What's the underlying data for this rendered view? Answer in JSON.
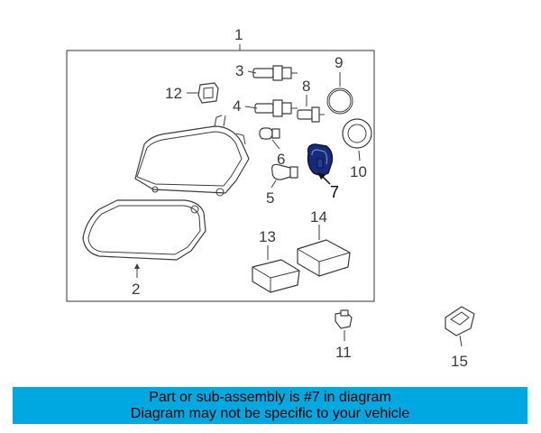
{
  "diagram": {
    "callouts": {
      "c1": "1",
      "c2": "2",
      "c3": "3",
      "c4": "4",
      "c5": "5",
      "c6": "6",
      "c7": "7",
      "c8": "8",
      "c9": "9",
      "c10": "10",
      "c11": "11",
      "c12": "12",
      "c13": "13",
      "c14": "14",
      "c15": "15"
    },
    "highlight_part": "7",
    "highlight_color": "#1a2a7a"
  },
  "banner": {
    "line1": "Part or sub-assembly is #7 in diagram",
    "line2": "Diagram may not be specific to your vehicle",
    "background": "#00a8e1"
  }
}
